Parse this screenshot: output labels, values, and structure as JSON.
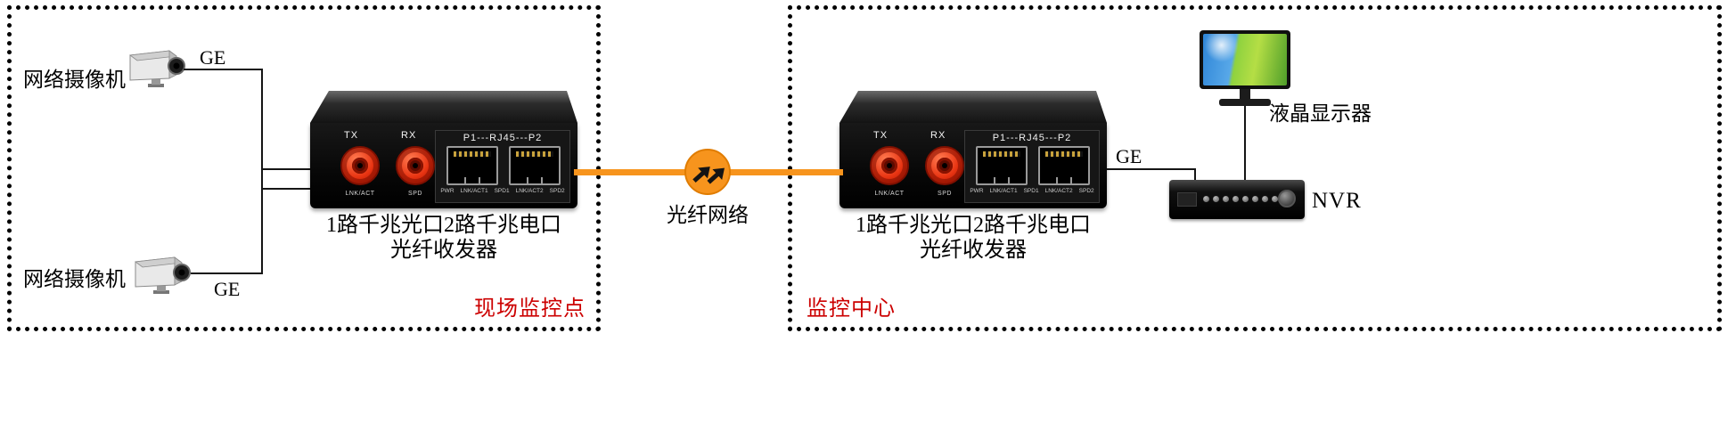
{
  "colors": {
    "accent_orange": "#F7941D",
    "label_red": "#CC0000",
    "line_black": "#151515"
  },
  "left_panel": {
    "label": "现场监控点",
    "camera_top_label": "网络摄像机",
    "camera_bottom_label": "网络摄像机",
    "ge_top": "GE",
    "ge_bottom": "GE"
  },
  "right_panel": {
    "label": "监控中心",
    "ge": "GE",
    "nvr_label": "NVR",
    "monitor_label": "液晶显示器"
  },
  "fiber": {
    "label": "光纤网络"
  },
  "converter": {
    "tx": "TX",
    "rx": "RX",
    "lnk_act": "LNK/ACT",
    "spd": "SPD",
    "rj45_title": "P1---RJ45---P2",
    "led_labels": [
      "PWR",
      "LNK/ACT1",
      "SPD1",
      "LNK/ACT2",
      "SPD2"
    ],
    "caption_line1": "1路千兆光口2路千兆电口",
    "caption_line2": "光纤收发器"
  }
}
